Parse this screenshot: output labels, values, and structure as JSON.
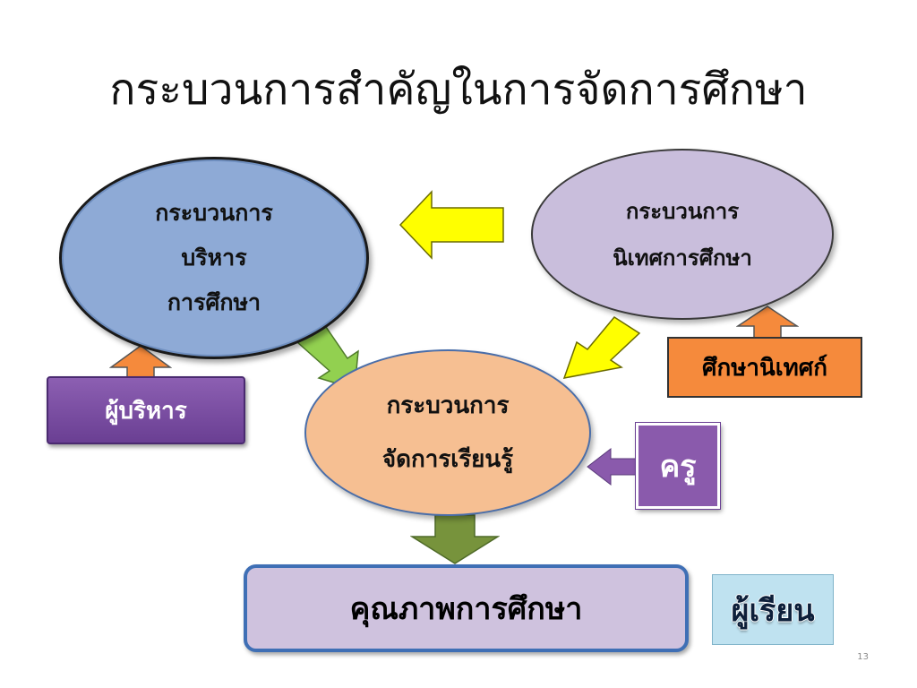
{
  "title": "กระบวนการสำคัญในการจัดการศึกษา",
  "nodes": {
    "admin_process": {
      "lines": [
        "กระบวนการ",
        "บริหาร",
        "การศึกษา"
      ]
    },
    "supervision_process": {
      "lines": [
        "กระบวนการ",
        "นิเทศการศึกษา"
      ]
    },
    "learning_process": {
      "lines": [
        "กระบวนการ",
        "จัดการเรียนรู้"
      ]
    }
  },
  "roles": {
    "administrator": "ผู้บริหาร",
    "supervisor": "ศึกษานิเทศก์",
    "teacher": "ครู",
    "student": "ผู้เรียน"
  },
  "outcome": "คุณภาพการศึกษา",
  "page_number": "13",
  "colors": {
    "admin_oval": "#8eaad6",
    "supervision_oval": "#c9bedc",
    "learning_oval": "#f6bf92",
    "arrow_yellow": "#ffff00",
    "arrow_green": "#92d050",
    "arrow_orange": "#f58a3c",
    "arrow_purple": "#8a5aac",
    "arrow_olive": "#77933c",
    "outcome_box": "#cfc2de",
    "student_box": "#bfe2f0"
  }
}
